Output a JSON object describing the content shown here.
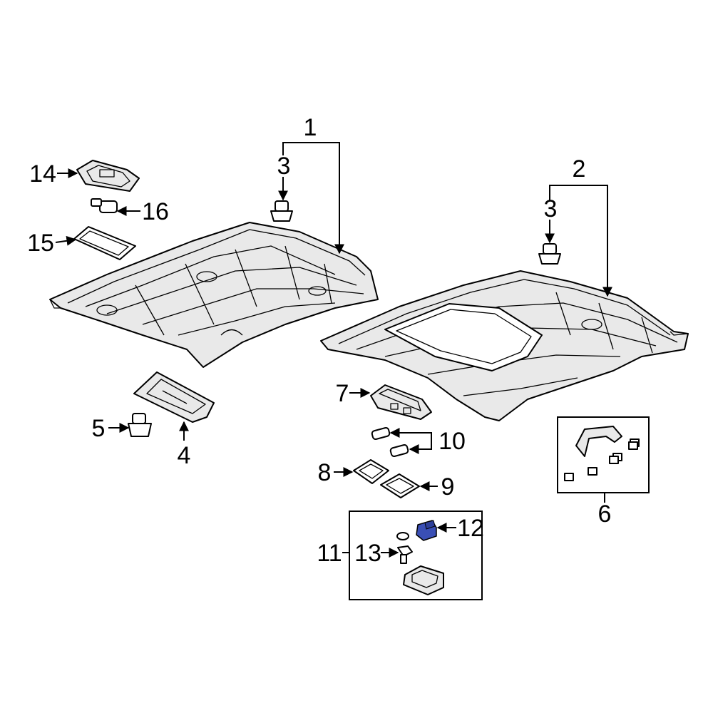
{
  "callouts": {
    "c1": "1",
    "c2": "2",
    "c3a": "3",
    "c3b": "3",
    "c4": "4",
    "c5": "5",
    "c6": "6",
    "c7": "7",
    "c8": "8",
    "c9": "9",
    "c10": "10",
    "c11": "11",
    "c12": "12",
    "c13": "13",
    "c14": "14",
    "c15": "15",
    "c16": "16"
  },
  "colors": {
    "highlight": "#3a4fb5",
    "line": "#000000",
    "part_fill": "#e9e9e9"
  }
}
